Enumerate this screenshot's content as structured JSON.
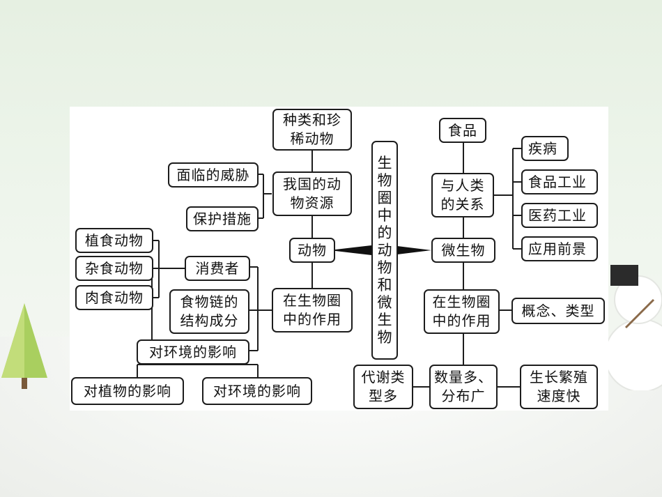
{
  "diagram": {
    "center": "生\n物\n圈\n中\n的\n动\n物\n和\n微\n生\n物",
    "animal": {
      "label": "动物",
      "species": "种类和珍\n稀动物",
      "resources": "我国的动\n物资源",
      "threats": "面临的威胁",
      "protection": "保护措施",
      "role": "在生物圈\n中的作用",
      "consumer": "消费者",
      "herbivore": "植食动物",
      "omnivore": "杂食动物",
      "carnivore": "肉食动物",
      "food_chain": "食物链的\n结构成分",
      "env_effect": "对环境的影响",
      "plant_effect": "对植物的影响",
      "env_effect_2": "对环境的影响"
    },
    "microbe": {
      "label": "微生物",
      "food": "食品",
      "human_relation": "与人类\n的关系",
      "disease": "疾病",
      "food_industry": "食品工业",
      "medicine_industry": "医药工业",
      "prospects": "应用前景",
      "role": "在生物圈\n中的作用",
      "concept": "概念、类型",
      "abundance": "数量多、\n分布广",
      "metabolism": "代谢类\n型多",
      "reproduction": "生长繁殖\n速度快"
    }
  }
}
